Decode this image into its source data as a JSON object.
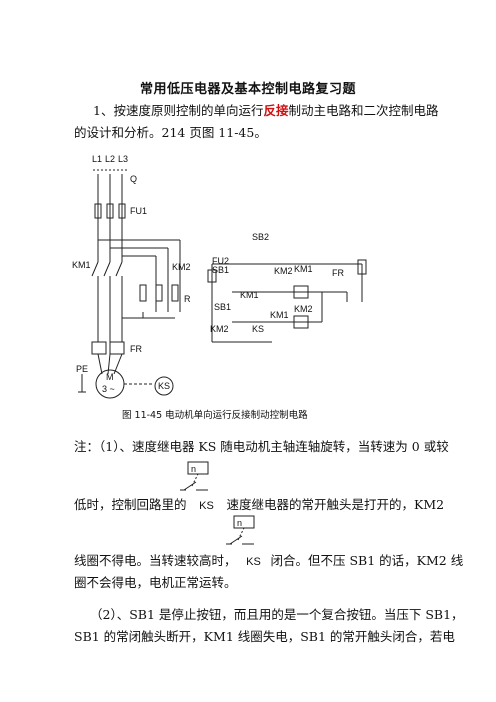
{
  "doc": {
    "title": "常用低压电器及基本控制电路复习题",
    "q1": {
      "prefix": "1、按速度原则控制的单向运行",
      "highlight": "反接",
      "suffix": "制动主电路和二次控制电路",
      "line2": "的设计和分析。214 页图 11-45。"
    },
    "figure": {
      "caption": "图 11-45    电动机单向运行反接制动控制电路",
      "labels": {
        "l1": "L1",
        "l2": "L2",
        "l3": "L3",
        "q": "Q",
        "fu1": "FU1",
        "km1_main": "KM1",
        "km2_main": "KM2",
        "r": "R",
        "fr_main": "FR",
        "pe": "PE",
        "m": "M",
        "m3": "3 ~",
        "ks_motor": "KS",
        "fu2": "FU2",
        "sb1_top": "SB1",
        "sb2": "SB2",
        "km2_ctrl": "KM2",
        "km1_coil": "KM1",
        "fr_ctrl": "FR",
        "km1_aux": "KM1",
        "sb1_low": "SB1",
        "km2_aux": "KM2",
        "ks_ctrl": "KS",
        "km1_int": "KM1",
        "km2_coil": "KM2",
        "n_symbol": "n"
      }
    },
    "note1": {
      "line1": "注：（1）、速度继电器 KS 随电动机主轴连轴旋转，当转速为 0 或较",
      "line2a": "低时，控制回路里的",
      "line2b": "速度继电器的常开触头是打开的，KM2",
      "line3a": "线圈不得电。当转速较高时，",
      "line3b": "闭合。但不压 SB1 的话，KM2 线",
      "line4": "圈不会得电，电机正常运转。",
      "ks_symbol": "KS",
      "n_symbol": "n"
    },
    "note2": {
      "line1": "（2）、SB1 是停止按钮，而且用的是一个复合按钮。当压下 SB1，",
      "line2": "SB1 的常闭触头断开，KM1 线圈失电，SB1 的常开触头闭合，若电"
    }
  }
}
